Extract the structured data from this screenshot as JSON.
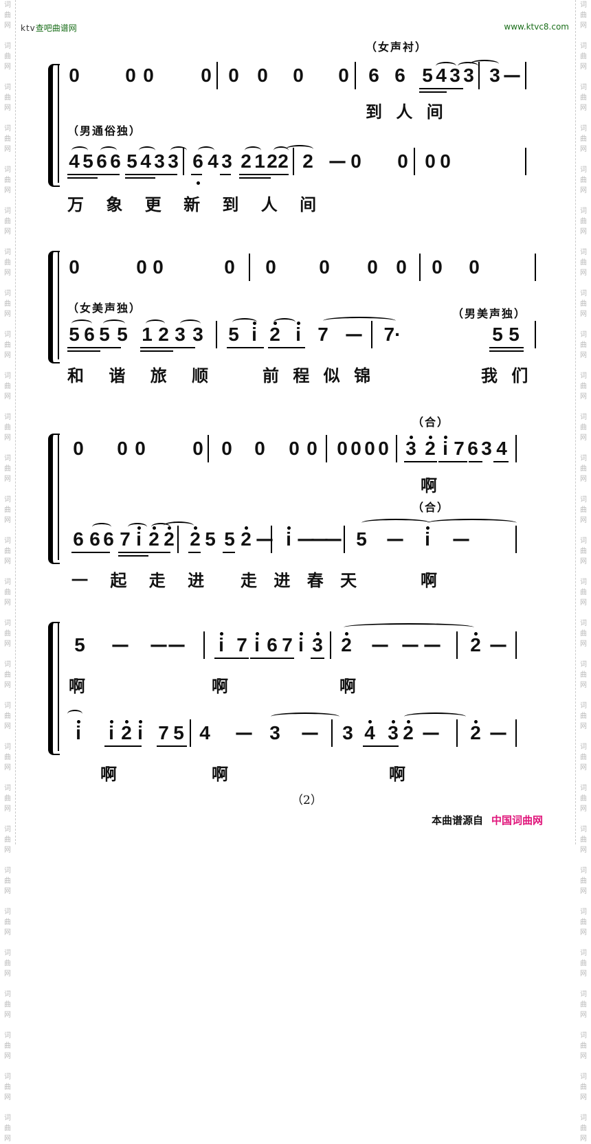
{
  "header": {
    "left_prefix": "ktv",
    "left_name": "查吧曲谱网",
    "right_url": "www.ktvc8.com"
  },
  "watermark": {
    "chars": [
      "词",
      "曲",
      "网"
    ]
  },
  "systems": [
    {
      "upper": {
        "part_label": "（女声衬）",
        "notes": [
          "0",
          "0",
          "0",
          "0",
          "0",
          "0",
          "0",
          "0",
          "6",
          "6",
          "5",
          "4",
          "3",
          "3",
          "3",
          "—"
        ],
        "lyrics": "到 人 间"
      },
      "lower": {
        "part_label": "（男通俗独）",
        "notes": [
          "4",
          "5",
          "6",
          "6",
          "5",
          "4",
          "3",
          "3",
          "6",
          "4",
          "3",
          "2",
          "1",
          "2",
          "2",
          "2",
          "—",
          "0",
          "0",
          "0",
          "0"
        ],
        "lyrics": "万 象 更 新  到 人 间"
      }
    },
    {
      "upper": {
        "notes": [
          "0",
          "0",
          "0",
          "0",
          "0",
          "0",
          "0",
          "0",
          "0",
          "0"
        ]
      },
      "lower": {
        "part_label": "（女美声独）",
        "part_label_2": "（男美声独）",
        "notes": [
          "5",
          "6",
          "5",
          "5",
          "1",
          "2",
          "3",
          "3",
          "5",
          "i",
          "2",
          "i",
          "7",
          "—",
          "7·",
          "5",
          "5"
        ],
        "lyrics_a": "和 谐  旅 顺",
        "lyrics_b": "前 程 似  锦",
        "lyrics_c": "我 们"
      }
    },
    {
      "upper": {
        "part_label": "（合）",
        "notes": [
          "0",
          "0",
          "0",
          "0",
          "0",
          "0",
          "0",
          "0",
          "0",
          "0",
          "0",
          "0",
          "3",
          "2",
          "i",
          "7",
          "6",
          "3",
          "4"
        ],
        "lyrics": "啊"
      },
      "lower": {
        "part_label": "（合）",
        "notes": [
          "6",
          "6",
          "6",
          "7",
          "i",
          "2",
          "2",
          "2",
          "5",
          "5",
          "2",
          "—",
          "i",
          "—",
          "—",
          "—",
          "5",
          "—",
          "i",
          "—"
        ],
        "lyrics_a": "一 起  走  进",
        "lyrics_b": "走 进 春  天",
        "lyrics_c": "啊"
      }
    },
    {
      "upper": {
        "notes": [
          "5",
          "—",
          "—",
          "—",
          "i",
          "7",
          "i",
          "6",
          "7",
          "i",
          "3",
          "2",
          "—",
          "—",
          "—",
          "2",
          "—"
        ],
        "lyrics": [
          "啊",
          "啊",
          "啊"
        ]
      },
      "lower": {
        "notes": [
          "i",
          "i",
          "2",
          "i",
          "7",
          "5",
          "4",
          "—",
          "3",
          "—",
          "3",
          "4",
          "3",
          "2",
          "—",
          "2",
          "—"
        ],
        "lyrics": [
          "啊",
          "啊",
          "啊"
        ]
      }
    }
  ],
  "footer": {
    "page_number": "（2）",
    "source_label": "本曲谱源自",
    "source_site": "中国词曲网",
    "source_color": "#e0147a"
  }
}
